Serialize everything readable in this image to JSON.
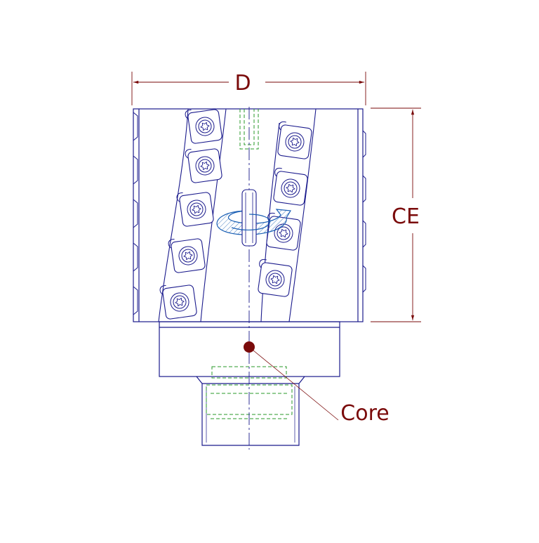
{
  "labels": {
    "diameter": "D",
    "cutting_edge": "CE",
    "core": "Core"
  },
  "colors": {
    "outline": "#1a1a8c",
    "dimension": "#7a0a0a",
    "hidden": "#2a9a2a",
    "hatch": "#1a5fb4",
    "background": "#ffffff"
  }
}
